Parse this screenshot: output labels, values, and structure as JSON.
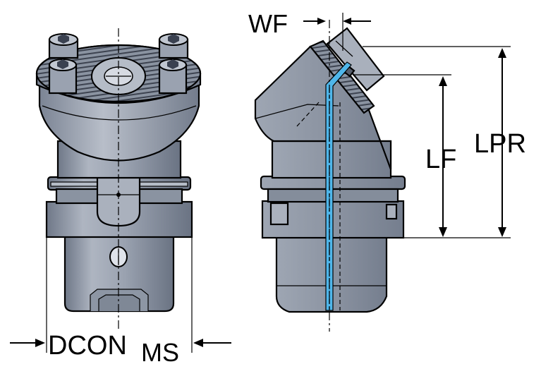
{
  "labels": {
    "wf": "WF",
    "lf": "LF",
    "lpr": "LPR",
    "dcon": "DCON",
    "dcon_sub": "MS"
  },
  "colors": {
    "body": "#9aa2b0",
    "body_dark": "#6f7888",
    "body_light": "#c4cad4",
    "coolant": "#4fb6ea",
    "line": "#000000"
  }
}
